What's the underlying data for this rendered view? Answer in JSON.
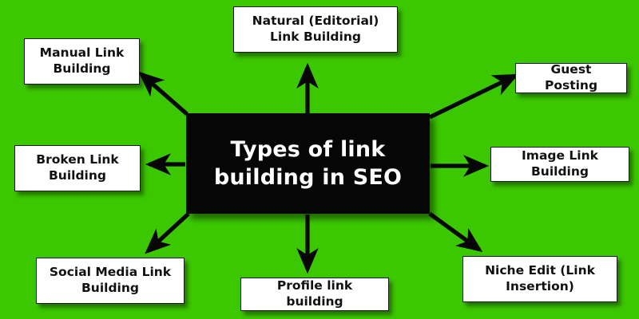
{
  "diagram": {
    "title": "Types of link building in SEO",
    "background_color": "#3cc800",
    "center": {
      "label": "Types of link building in SEO",
      "text_color": "#ffffff",
      "fill_color": "#060606"
    },
    "nodes": [
      {
        "id": "natural",
        "label": "Natural (Editorial) Link Building",
        "position": "top-center"
      },
      {
        "id": "manual",
        "label": "Manual Link Building",
        "position": "top-left"
      },
      {
        "id": "guest",
        "label": "Guest Posting",
        "position": "top-right"
      },
      {
        "id": "broken",
        "label": "Broken Link Building",
        "position": "middle-left"
      },
      {
        "id": "image",
        "label": "Image Link Building",
        "position": "middle-right"
      },
      {
        "id": "social",
        "label": "Social Media Link Building",
        "position": "bottom-left"
      },
      {
        "id": "profile",
        "label": "Profile link building",
        "position": "bottom-center"
      },
      {
        "id": "niche",
        "label": "Niche Edit (Link Insertion)",
        "position": "bottom-right"
      }
    ],
    "node_style": {
      "fill_color": "#ffffff",
      "border_color": "#1a1a1a",
      "text_color": "#111111"
    },
    "arrow_color": "#070707",
    "arrow_count": 8
  }
}
